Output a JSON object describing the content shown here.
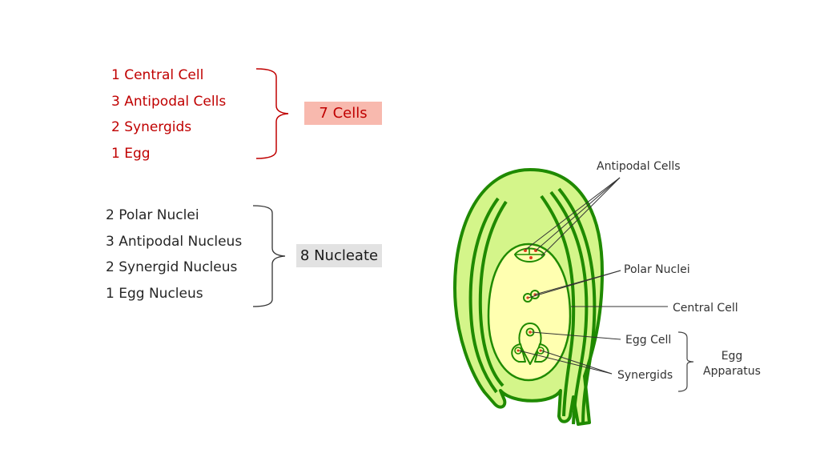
{
  "cells": {
    "items": [
      "1 Central Cell",
      "3 Antipodal Cells",
      "2 Synergids",
      "1 Egg"
    ],
    "summary": "7 Cells"
  },
  "nuclei": {
    "items": [
      "2 Polar Nuclei",
      "3 Antipodal Nucleus",
      "2 Synergid Nucleus",
      "1 Egg Nucleus"
    ],
    "summary": "8 Nucleate"
  },
  "diagram": {
    "labels": {
      "antipodal": "Antipodal Cells",
      "polar": "Polar Nuclei",
      "central": "Central Cell",
      "egg_cell": "Egg Cell",
      "synergids": "Synergids",
      "egg_apparatus_line1": "Egg",
      "egg_apparatus_line2": "Apparatus"
    },
    "colors": {
      "outline": "#1f8a00",
      "outer_fill": "#d4f58a",
      "inner_fill": "#ffffb0",
      "nucleus": "#e04020"
    }
  }
}
